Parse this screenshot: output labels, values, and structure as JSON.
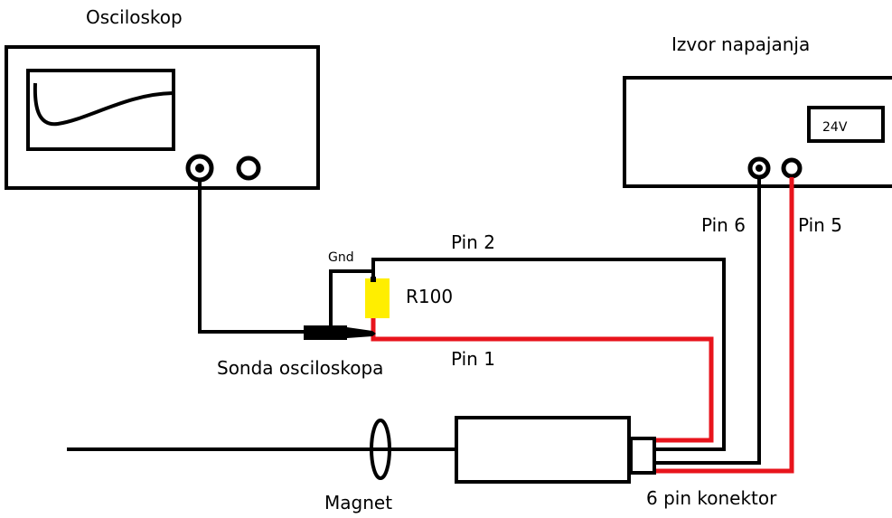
{
  "labels": {
    "oscilloscope": "Osciloskop",
    "power_supply": "Izvor napajanja",
    "display_voltage": "24V",
    "pin6": "Pin 6",
    "pin5": "Pin 5",
    "gnd": "Gnd",
    "pin2": "Pin 2",
    "resistor": "R100",
    "probe": "Sonda osciloskopa",
    "pin1": "Pin 1",
    "magnet": "Magnet",
    "connector": "6 pin konektor"
  },
  "colors": {
    "wire_black": "#000000",
    "wire_red": "#e8141c",
    "resistor_yellow": "#ffee00"
  }
}
